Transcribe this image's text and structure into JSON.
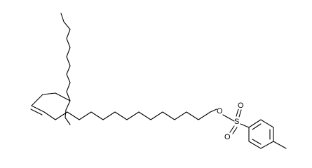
{
  "molecule": {
    "atoms": {
      "ester_oxygen": "O",
      "sulfur": "S",
      "sulfonyl_oxygen_top": "O",
      "sulfonyl_oxygen_bottom": "O"
    }
  }
}
